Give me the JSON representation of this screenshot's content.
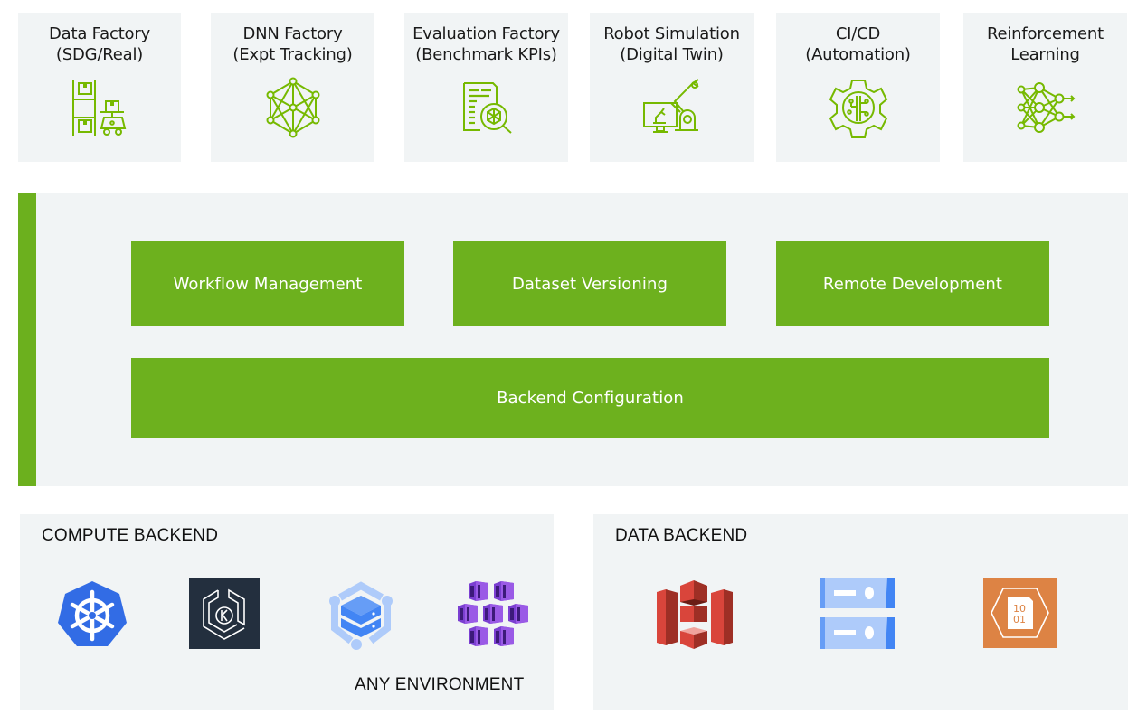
{
  "colors": {
    "accent_green": "#6db11e",
    "panel_gray": "#f1f4f5",
    "icon_green": "#76b900",
    "kubernetes_blue": "#326ce5",
    "eks_dark": "#232f3e",
    "gke_blue": "#4285f4",
    "aks_purple": "#7b3fd1",
    "s3_red": "#d9453b",
    "gcs_blue": "#669df6",
    "azure_blob_orange": "#dd8344"
  },
  "factories": [
    {
      "label": "Data Factory\n(SDG/Real)",
      "icon": "warehouse-robot-icon"
    },
    {
      "label": "DNN Factory\n(Expt Tracking)",
      "icon": "neural-network-icon"
    },
    {
      "label": "Evaluation Factory\n(Benchmark KPIs)",
      "icon": "document-search-icon"
    },
    {
      "label": "Robot Simulation\n(Digital Twin)",
      "icon": "robot-arm-monitor-icon"
    },
    {
      "label": "CI/CD\n(Automation)",
      "icon": "gear-circuit-icon"
    },
    {
      "label": "Reinforcement\nLearning",
      "icon": "layered-network-icon"
    }
  ],
  "platform": {
    "services": [
      "Workflow Management",
      "Dataset Versioning",
      "Remote Development"
    ],
    "backend_config": "Backend Configuration"
  },
  "compute_backend": {
    "title": "COMPUTE BACKEND",
    "env_label": "ANY ENVIRONMENT",
    "logos": [
      "kubernetes-icon",
      "amazon-eks-icon",
      "google-kubernetes-engine-icon",
      "azure-kubernetes-service-icon"
    ]
  },
  "data_backend": {
    "title": "DATA BACKEND",
    "logos": [
      "amazon-s3-icon",
      "google-cloud-storage-icon",
      "azure-blob-storage-icon"
    ]
  }
}
